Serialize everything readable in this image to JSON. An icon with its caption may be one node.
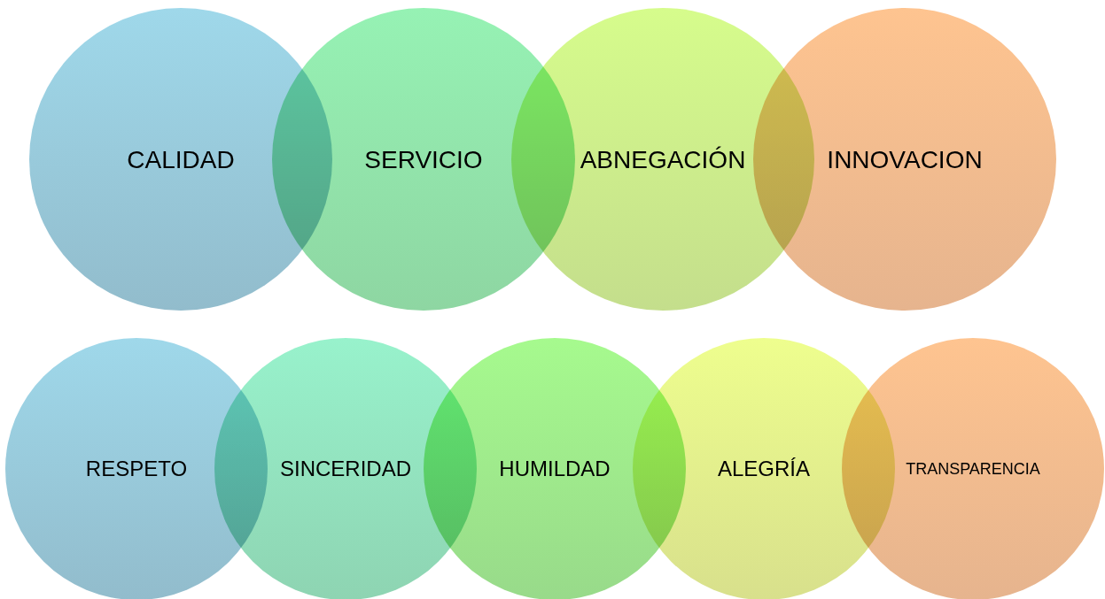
{
  "diagram": {
    "nodes": [
      {
        "text": [
          "CALIDAD"
        ]
      },
      {
        "text": [
          "SERVICIO"
        ]
      },
      {
        "text": [
          "ABNEGACIÓN"
        ]
      },
      {
        "text": [
          "INNOVACION"
        ]
      },
      {
        "text": [
          "RESPETO"
        ]
      },
      {
        "text": [
          "SINCERIDAD"
        ]
      },
      {
        "text": [
          "HUMILDAD"
        ]
      },
      {
        "text": [
          "ALEGRÍA"
        ]
      },
      {
        "text": [
          "TRANSPARENCIA"
        ]
      }
    ]
  }
}
